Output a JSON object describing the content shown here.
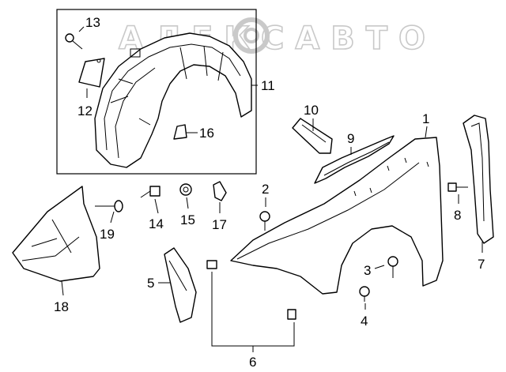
{
  "watermark": {
    "text": "АЛЕКСАВТО"
  },
  "callouts": {
    "c1": "1",
    "c2": "2",
    "c3": "3",
    "c4": "4",
    "c5": "5",
    "c6": "6",
    "c7": "7",
    "c8": "8",
    "c9": "9",
    "c10": "10",
    "c11": "11",
    "c12": "12",
    "c13": "13",
    "c14": "14",
    "c15": "15",
    "c16": "16",
    "c17": "17",
    "c18": "18",
    "c19": "19"
  },
  "colors": {
    "line": "#000000",
    "background": "#ffffff",
    "watermark": "#c9c9c9"
  }
}
